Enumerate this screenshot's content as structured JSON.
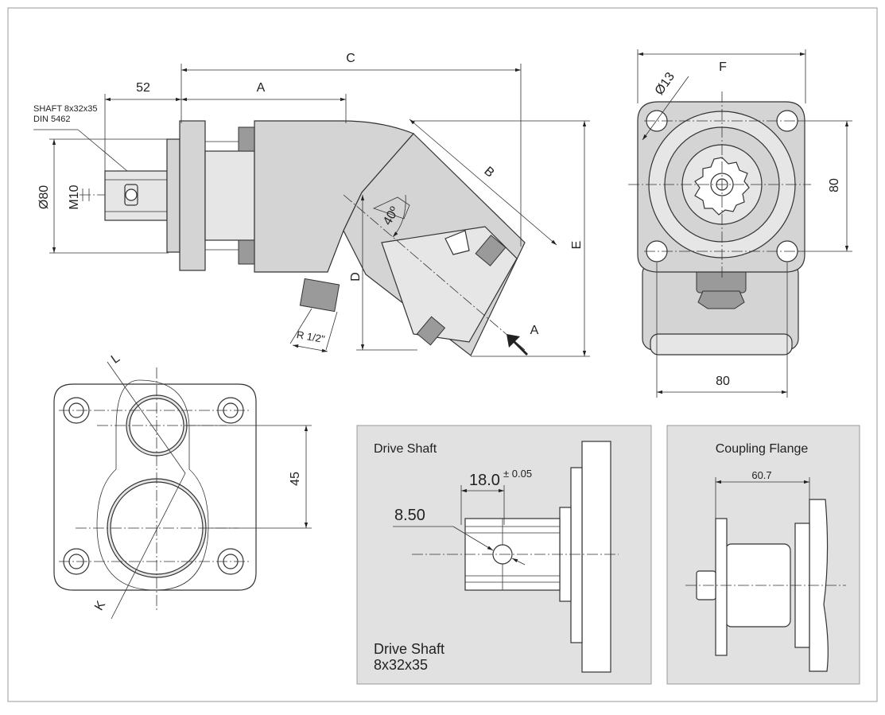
{
  "side_view": {
    "dim_c": "C",
    "dim_a": "A",
    "dim_52": "52",
    "dim_b": "B",
    "dim_e": "E",
    "dim_d": "D",
    "dim_o80": "Ø80",
    "dim_m10": "M10",
    "angle": "40º",
    "port_thread": "R 1/2\"",
    "port_arrow_label": "A",
    "shaft_note_line1": "SHAFT 8x32x35",
    "shaft_note_line2": "DIN 5462"
  },
  "front_view": {
    "dim_f": "F",
    "dim_bolt": "Ø13",
    "dim_80_vertical": "80",
    "dim_80_horizontal": "80"
  },
  "port_view": {
    "label_l": "L",
    "label_k": "K",
    "dim_45": "45"
  },
  "drive_shaft_panel": {
    "title": "Drive Shaft",
    "dim_length": "18.0",
    "tolerance": "± 0.05",
    "dim_diameter": "8.50",
    "caption_line1": "Drive Shaft",
    "caption_line2": "8x32x35"
  },
  "coupling_panel": {
    "title": "Coupling Flange",
    "dim_width": "60.7"
  },
  "colors": {
    "panel_bg": "#e1e1e1",
    "body_fill": "#d4d4d4",
    "line": "#333333"
  }
}
